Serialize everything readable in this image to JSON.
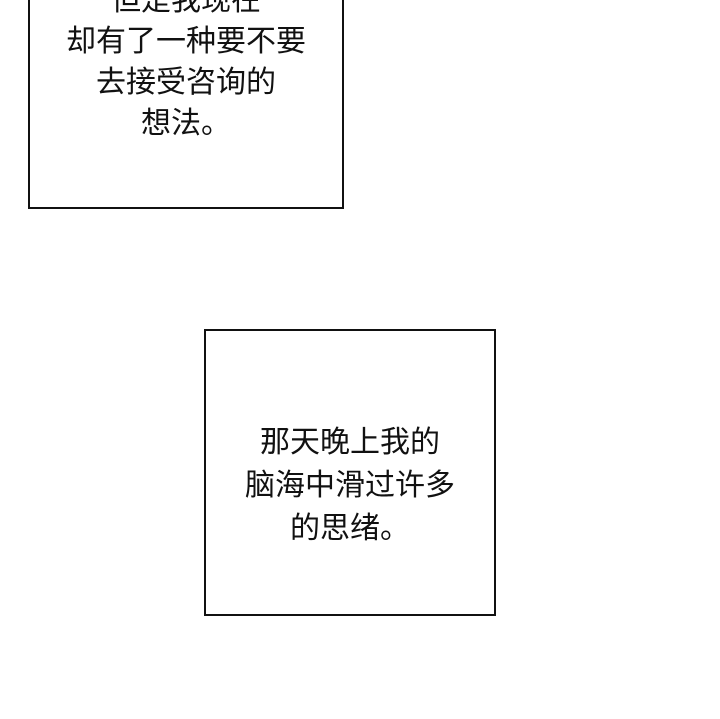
{
  "panels": [
    {
      "lines": [
        "但是我现在",
        "却有了一种要不要",
        "去接受咨询的",
        "想法。"
      ]
    },
    {
      "lines": [
        "那天晚上我的",
        "脑海中滑过许多",
        "的思绪。"
      ]
    }
  ]
}
